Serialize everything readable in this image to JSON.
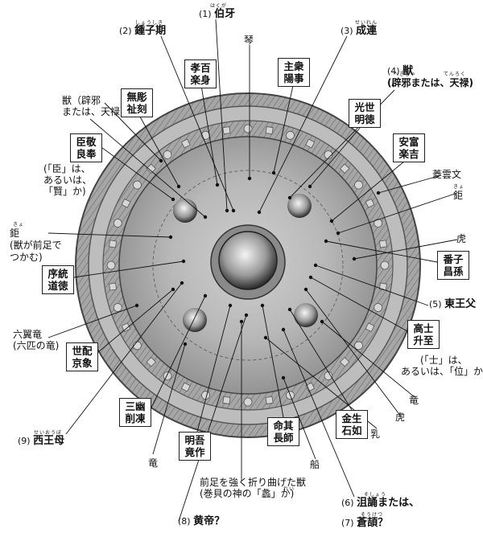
{
  "labels": {
    "n1": {
      "num": "(1)",
      "text": "伯牙",
      "ruby": "はくが"
    },
    "n2": {
      "num": "(2)",
      "text": "鍾子期",
      "ruby": "しょうしき"
    },
    "n3": {
      "num": "(3)",
      "text": "成連",
      "ruby": "せいれん"
    },
    "n4": {
      "num": "(4)",
      "text": "獣",
      "line2": "(辟邪または、天禄)",
      "ruby1": "へきじゃ",
      "ruby2": "てんろく"
    },
    "n5": {
      "num": "(5)",
      "text": "東王父"
    },
    "n6": {
      "num": "(6)",
      "text": "沮誦または、",
      "ruby": "そしょう"
    },
    "n7": {
      "num": "(7)",
      "text": "蒼頡？",
      "ruby": "そうけつ"
    },
    "n8": {
      "num": "(8)",
      "text": "黄帝？"
    },
    "n9": {
      "num": "(9)",
      "text": "西王母",
      "ruby": "せいおうぼ"
    },
    "qin": "琴",
    "beast_tl": "獣（辟邪\nまたは、天禄）",
    "ju_left": "鉅\n(獣が前足で\nつかむ)",
    "ju_left_ruby": "きょ",
    "chen_note": "(「臣」は、\nあるいは、\n「賢」か)",
    "liuyilong": "六翼竜\n(六匹の竜)",
    "longwenwen": "菱雲文",
    "ju_right": "鉅",
    "ju_right_ruby": "きょ",
    "tiger1": "虎",
    "shi_note": "(「士」は、\nあるいは、「位」か)",
    "dragon1": "竜",
    "tiger2": "虎",
    "nipple": "乳",
    "boat": "船",
    "dragon2": "竜",
    "bottom_beast": "前足を強く折り曲げた獣\n(巻貝の神の「蠡」か)",
    "bottom_beast_ruby": "れい"
  },
  "boxes": {
    "b1": "孝百\n楽身",
    "b2": "主衆\n陽事",
    "b3": "無彫\n祉刻",
    "b4": "光世\n明徳",
    "b5": "臣敬\n良奉",
    "b6": "安富\n楽吉",
    "b7": "番子\n昌孫",
    "b8": "序統\n道徳",
    "b9": "高士\n升至",
    "b10": "世配\n京象",
    "b11": "金生\n石如",
    "b12": "三幽\n削凍",
    "b13": "明吾\n竟作",
    "b14": "命其\n長師"
  }
}
